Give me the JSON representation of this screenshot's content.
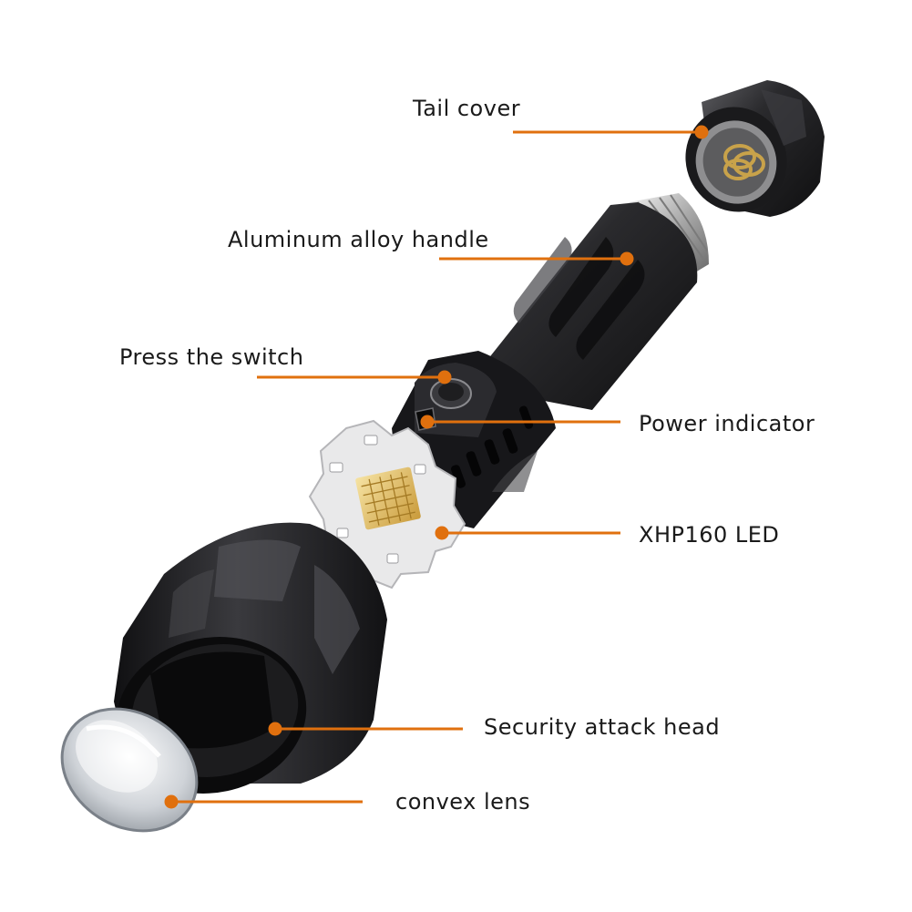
{
  "labels": {
    "tail_cover": "Tail cover",
    "handle": "Aluminum alloy handle",
    "switch": "Press the switch",
    "power_indicator": "Power indicator",
    "led": "XHP160 LED",
    "head": "Security attack head",
    "lens": "convex lens"
  },
  "colors": {
    "callout": "#e0700e",
    "body": "#1c1c1e",
    "body_highlight": "#5a5a5e",
    "thread": "#c9c9c9",
    "led_pcb": "#e6e6e6",
    "led_chip": "#e8c76a",
    "spring": "#c8a24a"
  }
}
